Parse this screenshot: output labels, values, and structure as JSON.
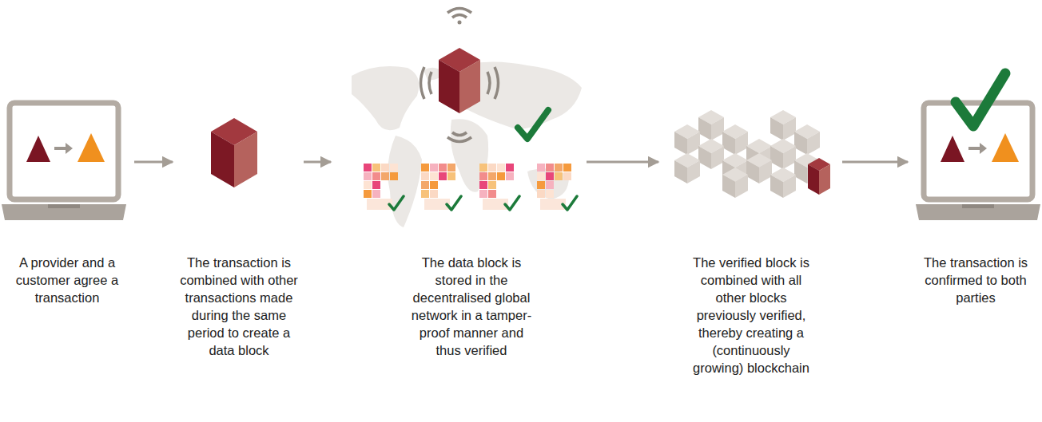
{
  "diagram": {
    "nodes": [
      {
        "text": [
          "A provider and a customer agree a transaction"
        ]
      },
      {
        "text": [
          "The transaction is combined with other transactions made during the same period to create a data block"
        ]
      },
      {
        "text": [
          "The data block is stored in the decentralised global network in a tamper-proof manner and thus verified"
        ]
      },
      {
        "text": [
          "The verified block is combined with all other blocks previously verified, thereby creating a (continuously growing) blockchain"
        ]
      },
      {
        "text": [
          "The transaction is confirmed to both parties"
        ]
      }
    ],
    "edges": [
      {
        "from": 0,
        "to": 1,
        "arrow": "to"
      },
      {
        "from": 1,
        "to": 2,
        "arrow": "to"
      },
      {
        "from": 2,
        "to": 3,
        "arrow": "to"
      },
      {
        "from": 3,
        "to": 4,
        "arrow": "to"
      }
    ]
  }
}
